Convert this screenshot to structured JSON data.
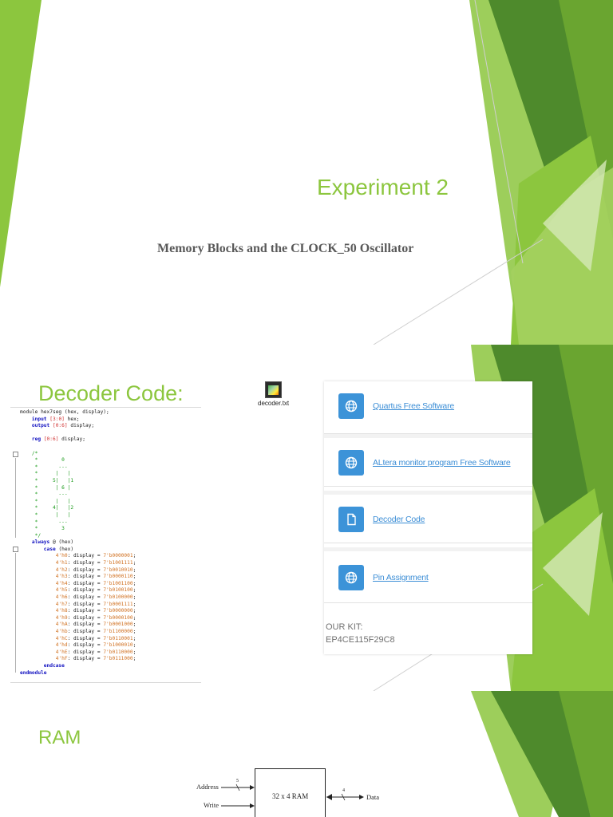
{
  "slide1": {
    "title": "Experiment 2",
    "subtitle": "Memory Blocks and the CLOCK_50 Oscillator"
  },
  "slide2": {
    "title": "Decoder Code:",
    "attachment": {
      "filename": "decoder.txt",
      "icon": "text-file-icon"
    },
    "code_lines": [
      [
        [
          "t",
          "module hex7seg (hex, display);"
        ]
      ],
      [
        [
          "k",
          "    input "
        ],
        [
          "s",
          "[3:0]"
        ],
        [
          "t",
          " hex;"
        ]
      ],
      [
        [
          "k",
          "    output "
        ],
        [
          "s",
          "[0:6]"
        ],
        [
          "t",
          " display;"
        ]
      ],
      [
        [
          "t",
          ""
        ]
      ],
      [
        [
          "k",
          "    reg "
        ],
        [
          "s",
          "[0:6]"
        ],
        [
          "t",
          " display;"
        ]
      ],
      [
        [
          "t",
          ""
        ]
      ],
      [
        [
          "c",
          "    /*"
        ]
      ],
      [
        [
          "c",
          "     *        0"
        ]
      ],
      [
        [
          "c",
          "     *       ---"
        ]
      ],
      [
        [
          "c",
          "     *      |   |"
        ]
      ],
      [
        [
          "c",
          "     *     5|   |1"
        ]
      ],
      [
        [
          "c",
          "     *      | 6 |"
        ]
      ],
      [
        [
          "c",
          "     *       ---"
        ]
      ],
      [
        [
          "c",
          "     *      |   |"
        ]
      ],
      [
        [
          "c",
          "     *     4|   |2"
        ]
      ],
      [
        [
          "c",
          "     *      |   |"
        ]
      ],
      [
        [
          "c",
          "     *       ---"
        ]
      ],
      [
        [
          "c",
          "     *        3"
        ]
      ],
      [
        [
          "c",
          "     */"
        ]
      ],
      [
        [
          "k",
          "    always "
        ],
        [
          "t",
          "@ (hex)"
        ]
      ],
      [
        [
          "k",
          "        case "
        ],
        [
          "t",
          "(hex)"
        ]
      ],
      [
        [
          "n",
          "            4'h0"
        ],
        [
          "t",
          ": display = "
        ],
        [
          "n",
          "7'b0000001"
        ],
        [
          "t",
          ";"
        ]
      ],
      [
        [
          "n",
          "            4'h1"
        ],
        [
          "t",
          ": display = "
        ],
        [
          "n",
          "7'b1001111"
        ],
        [
          "t",
          ";"
        ]
      ],
      [
        [
          "n",
          "            4'h2"
        ],
        [
          "t",
          ": display = "
        ],
        [
          "n",
          "7'b0010010"
        ],
        [
          "t",
          ";"
        ]
      ],
      [
        [
          "n",
          "            4'h3"
        ],
        [
          "t",
          ": display = "
        ],
        [
          "n",
          "7'b0000110"
        ],
        [
          "t",
          ";"
        ]
      ],
      [
        [
          "n",
          "            4'h4"
        ],
        [
          "t",
          ": display = "
        ],
        [
          "n",
          "7'b1001100"
        ],
        [
          "t",
          ";"
        ]
      ],
      [
        [
          "n",
          "            4'h5"
        ],
        [
          "t",
          ": display = "
        ],
        [
          "n",
          "7'b0100100"
        ],
        [
          "t",
          ";"
        ]
      ],
      [
        [
          "n",
          "            4'h6"
        ],
        [
          "t",
          ": display = "
        ],
        [
          "n",
          "7'b0100000"
        ],
        [
          "t",
          ";"
        ]
      ],
      [
        [
          "n",
          "            4'h7"
        ],
        [
          "t",
          ": display = "
        ],
        [
          "n",
          "7'b0001111"
        ],
        [
          "t",
          ";"
        ]
      ],
      [
        [
          "n",
          "            4'h8"
        ],
        [
          "t",
          ": display = "
        ],
        [
          "n",
          "7'b0000000"
        ],
        [
          "t",
          ";"
        ]
      ],
      [
        [
          "n",
          "            4'h9"
        ],
        [
          "t",
          ": display = "
        ],
        [
          "n",
          "7'b0000100"
        ],
        [
          "t",
          ";"
        ]
      ],
      [
        [
          "n",
          "            4'hA"
        ],
        [
          "t",
          ": display = "
        ],
        [
          "n",
          "7'b0001000"
        ],
        [
          "t",
          ";"
        ]
      ],
      [
        [
          "n",
          "            4'hb"
        ],
        [
          "t",
          ": display = "
        ],
        [
          "n",
          "7'b1100000"
        ],
        [
          "t",
          ";"
        ]
      ],
      [
        [
          "n",
          "            4'hC"
        ],
        [
          "t",
          ": display = "
        ],
        [
          "n",
          "7'b0110001"
        ],
        [
          "t",
          ";"
        ]
      ],
      [
        [
          "n",
          "            4'hd"
        ],
        [
          "t",
          ": display = "
        ],
        [
          "n",
          "7'b1000010"
        ],
        [
          "t",
          ";"
        ]
      ],
      [
        [
          "n",
          "            4'hE"
        ],
        [
          "t",
          ": display = "
        ],
        [
          "n",
          "7'b0110000"
        ],
        [
          "t",
          ";"
        ]
      ],
      [
        [
          "n",
          "            4'hF"
        ],
        [
          "t",
          ": display = "
        ],
        [
          "n",
          "7'b0111000"
        ],
        [
          "t",
          ";"
        ]
      ],
      [
        [
          "k",
          "        endcase"
        ]
      ],
      [
        [
          "k",
          "endmodule"
        ]
      ]
    ],
    "links": [
      {
        "label": "Quartus Free Software",
        "icon": "globe-icon"
      },
      {
        "label": "ALtera monitor program Free Software",
        "icon": "globe-icon"
      },
      {
        "label": "Decoder Code",
        "icon": "document-icon"
      },
      {
        "label": "Pin Assignment",
        "icon": "globe-icon"
      }
    ],
    "kit_label": "OUR KIT:",
    "kit_model": "EP4CE115F29C8"
  },
  "slide3": {
    "title": "RAM",
    "diagram": {
      "block_label": "32 x 4 RAM",
      "inputs": [
        {
          "label": "Address",
          "width": "5"
        },
        {
          "label": "Write",
          "width": ""
        }
      ],
      "output": {
        "label": "Data",
        "width": "4"
      }
    }
  },
  "colors": {
    "accent_green": "#8cc63e",
    "dark_green": "#4e8a2c",
    "link_blue": "#3c8ed6",
    "icon_blue": "#3c93d8"
  }
}
